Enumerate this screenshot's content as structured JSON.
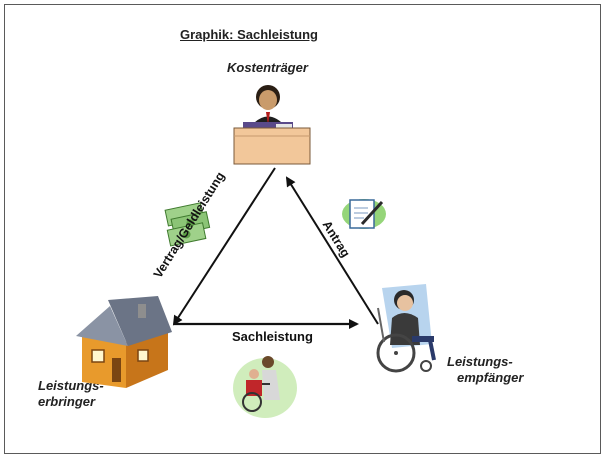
{
  "title": "Graphik: Sachleistung",
  "nodes": {
    "payer": "Kostenträger",
    "provider_line1": "Leistungs-",
    "provider_line2": "erbringer",
    "recipient_line1": "Leistungs-",
    "recipient_line2": "empfänger"
  },
  "edges": {
    "payer_to_provider": "Vertrag/Geldleistung",
    "recipient_to_payer": "Antrag",
    "provider_to_recipient": "Sachleistung"
  },
  "icons": {
    "payer": "person-at-desk-icon",
    "provider": "house-icon",
    "recipient": "wheelchair-user-icon",
    "money": "money-stack-icon",
    "application": "document-pen-icon",
    "care": "caregiver-wheelchair-icon"
  }
}
